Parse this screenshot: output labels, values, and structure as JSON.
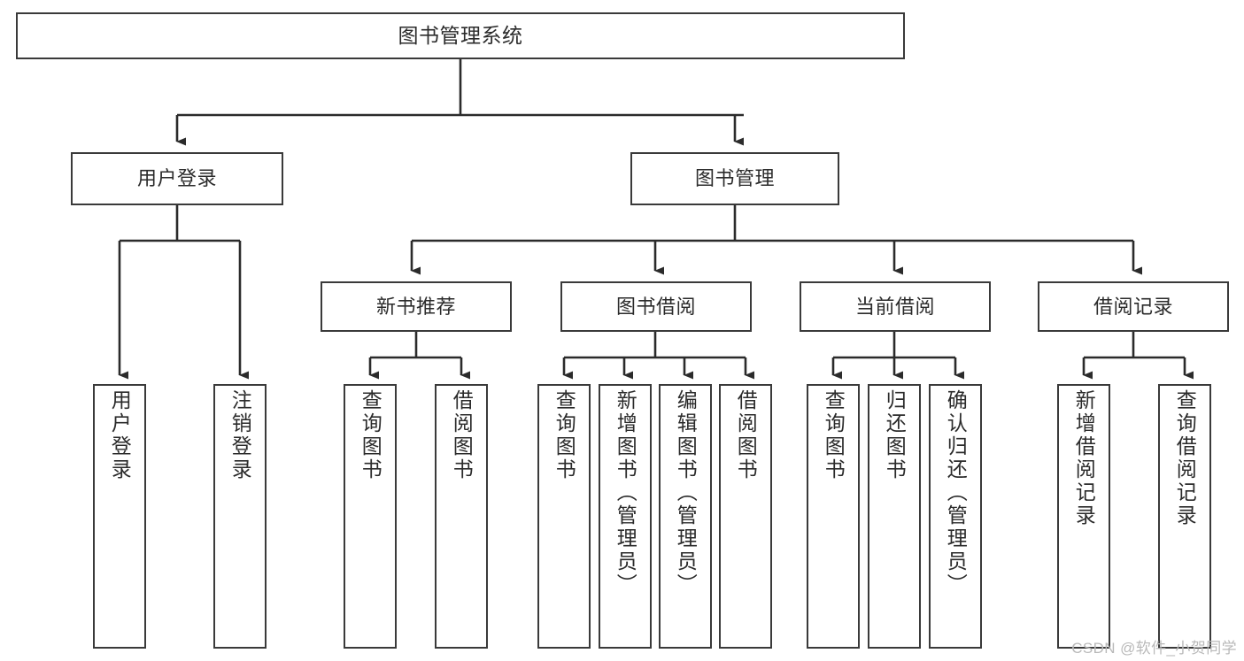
{
  "diagram": {
    "title": "图书管理系统",
    "type": "hierarchy-tree",
    "watermark": "CSDN @软件_小贺同学",
    "colors": {
      "background": "#ffffff",
      "box_border": "#3a3a3a",
      "box_fill": "#ffffff",
      "text": "#2b2b2b",
      "edge": "#2b2b2b",
      "watermark": "#b9b9b9"
    },
    "nodes": {
      "root": {
        "label": "图书管理系统"
      },
      "level2": [
        {
          "id": "user-login",
          "label": "用户登录"
        },
        {
          "id": "book-manage",
          "label": "图书管理"
        }
      ],
      "level3": [
        {
          "id": "new-book-recommend",
          "label": "新书推荐"
        },
        {
          "id": "book-borrow",
          "label": "图书借阅"
        },
        {
          "id": "current-borrow",
          "label": "当前借阅"
        },
        {
          "id": "borrow-record",
          "label": "借阅记录"
        }
      ],
      "leaves": {
        "user_login": [
          {
            "id": "leaf-user-login",
            "label": "用户登录"
          },
          {
            "id": "leaf-logout-login",
            "label": "注销登录"
          }
        ],
        "new_book_recommend": [
          {
            "id": "leaf-query-book-1",
            "label": "查询图书"
          },
          {
            "id": "leaf-borrow-book-1",
            "label": "借阅图书"
          }
        ],
        "book_borrow": [
          {
            "id": "leaf-query-book-2",
            "label": "查询图书"
          },
          {
            "id": "leaf-add-book",
            "label": "新增图书（管理员）"
          },
          {
            "id": "leaf-edit-book",
            "label": "编辑图书（管理员）"
          },
          {
            "id": "leaf-borrow-book-2",
            "label": "借阅图书"
          }
        ],
        "current_borrow": [
          {
            "id": "leaf-query-book-3",
            "label": "查询图书"
          },
          {
            "id": "leaf-return-book",
            "label": "归还图书"
          },
          {
            "id": "leaf-confirm-return",
            "label": "确认归还（管理员）"
          }
        ],
        "borrow_record": [
          {
            "id": "leaf-add-record",
            "label": "新增借阅记录"
          },
          {
            "id": "leaf-query-record",
            "label": "查询借阅记录"
          }
        ]
      }
    }
  }
}
